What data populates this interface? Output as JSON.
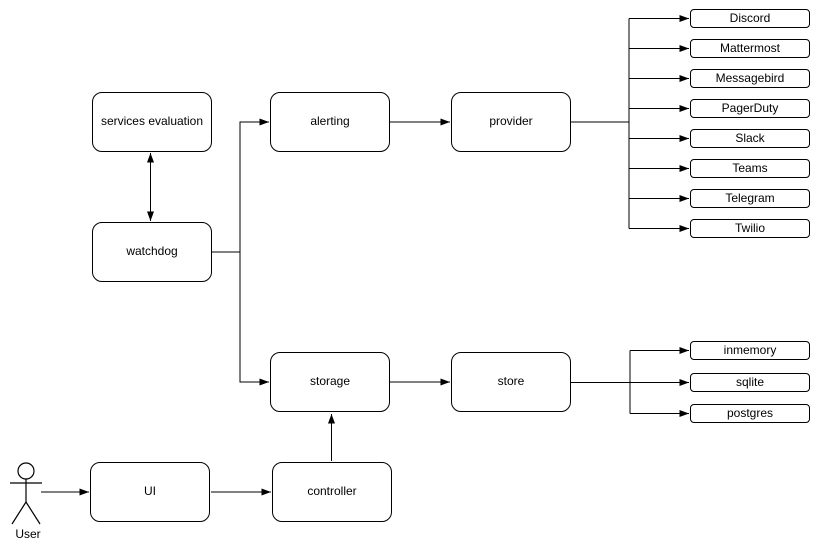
{
  "diagram": {
    "nodes": {
      "services_evaluation": {
        "label": "services evaluation"
      },
      "watchdog": {
        "label": "watchdog"
      },
      "alerting": {
        "label": "alerting"
      },
      "provider": {
        "label": "provider"
      },
      "storage": {
        "label": "storage"
      },
      "store": {
        "label": "store"
      },
      "ui": {
        "label": "UI"
      },
      "controller": {
        "label": "controller"
      }
    },
    "provider_leaves": [
      "Discord",
      "Mattermost",
      "Messagebird",
      "PagerDuty",
      "Slack",
      "Teams",
      "Telegram",
      "Twilio"
    ],
    "store_leaves": [
      "inmemory",
      "sqlite",
      "postgres"
    ],
    "actor": {
      "label": "User"
    },
    "colors": {
      "stroke": "#000000",
      "node_fill": "#ffffff",
      "background": "#ffffff"
    }
  }
}
